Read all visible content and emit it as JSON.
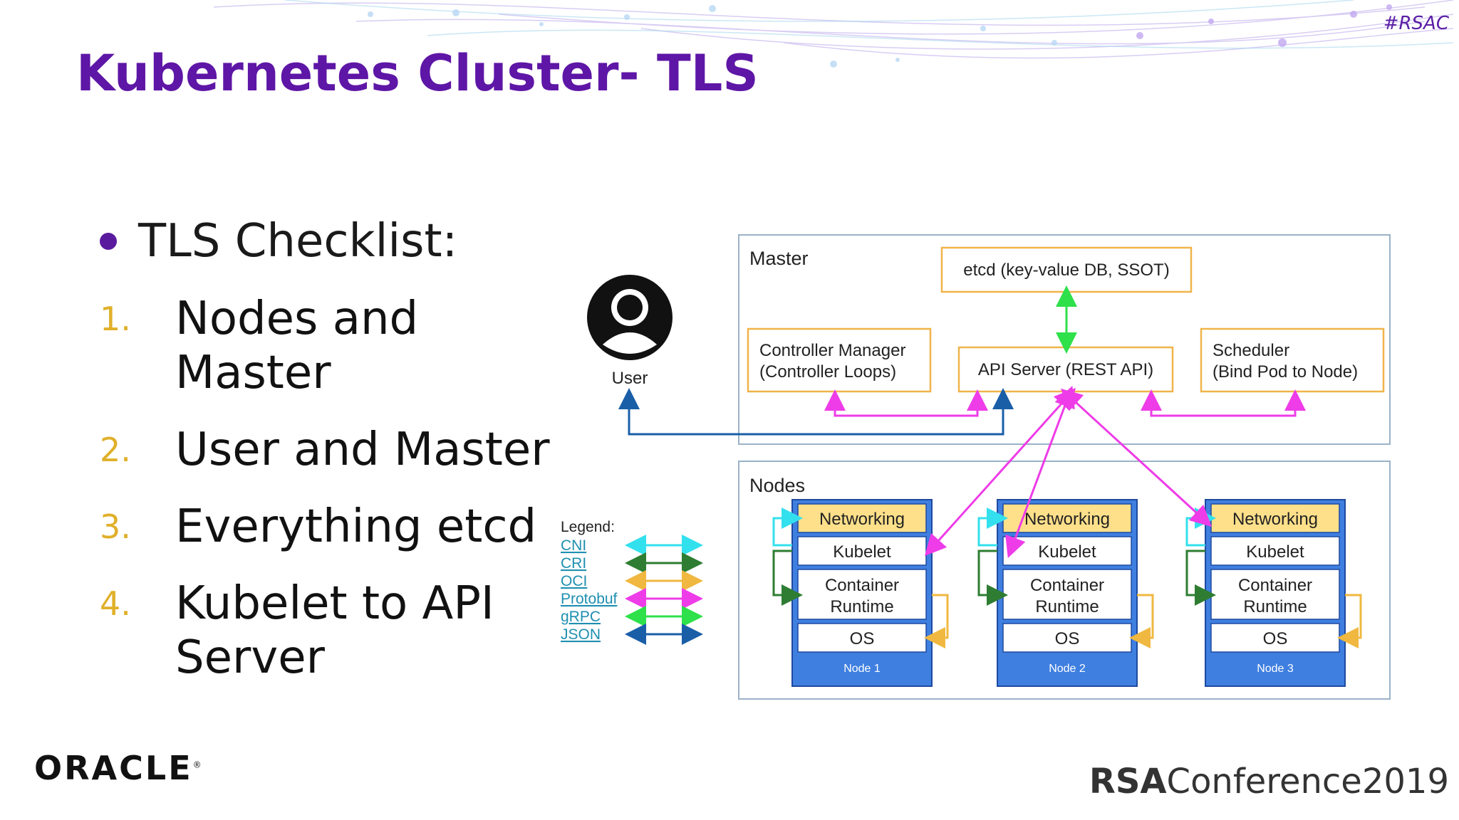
{
  "slide": {
    "hashtag": "#RSAC",
    "title": "Kubernetes Cluster- TLS",
    "bullet_heading": "TLS Checklist:",
    "checklist": [
      {
        "num": "1.",
        "text": "Nodes and Master"
      },
      {
        "num": "2.",
        "text": "User and Master"
      },
      {
        "num": "3.",
        "text": "Everything etcd"
      },
      {
        "num": "4.",
        "text": "Kubelet to API Server"
      }
    ]
  },
  "diagram": {
    "master_label": "Master",
    "etcd_label": "etcd (key-value DB, SSOT)",
    "controller_line1": "Controller Manager",
    "controller_line2": "(Controller Loops)",
    "api_label": "API Server (REST API)",
    "scheduler_line1": "Scheduler",
    "scheduler_line2": "(Bind Pod to Node)",
    "user_label": "User",
    "nodes_label": "Nodes",
    "node_rows": {
      "networking": "Networking",
      "kubelet": "Kubelet",
      "runtime_line1": "Container",
      "runtime_line2": "Runtime",
      "os": "OS"
    },
    "node_names": [
      "Node 1",
      "Node 2",
      "Node 3"
    ],
    "legend_title": "Legend:",
    "legend": [
      {
        "label": "CNI",
        "color": "#33e0ee"
      },
      {
        "label": "CRI",
        "color": "#2e7d32"
      },
      {
        "label": "OCI",
        "color": "#f0b840"
      },
      {
        "label": "Protobuf",
        "color": "#ee3ce8"
      },
      {
        "label": "gRPC",
        "color": "#2ee04a"
      },
      {
        "label": "JSON",
        "color": "#1a5ea8"
      }
    ],
    "colors": {
      "box_border": "#f0b44a",
      "frame_border": "#9ab2c8",
      "node_blue": "#3f7fe0",
      "node_dark": "#1e4aa0",
      "networking_fill": "#ffe08a",
      "link": "#1f8fb0"
    }
  },
  "footer": {
    "logo_left": "ORACLE",
    "logo_right_bold": "RSA",
    "logo_right_rest": "Conference2019"
  }
}
